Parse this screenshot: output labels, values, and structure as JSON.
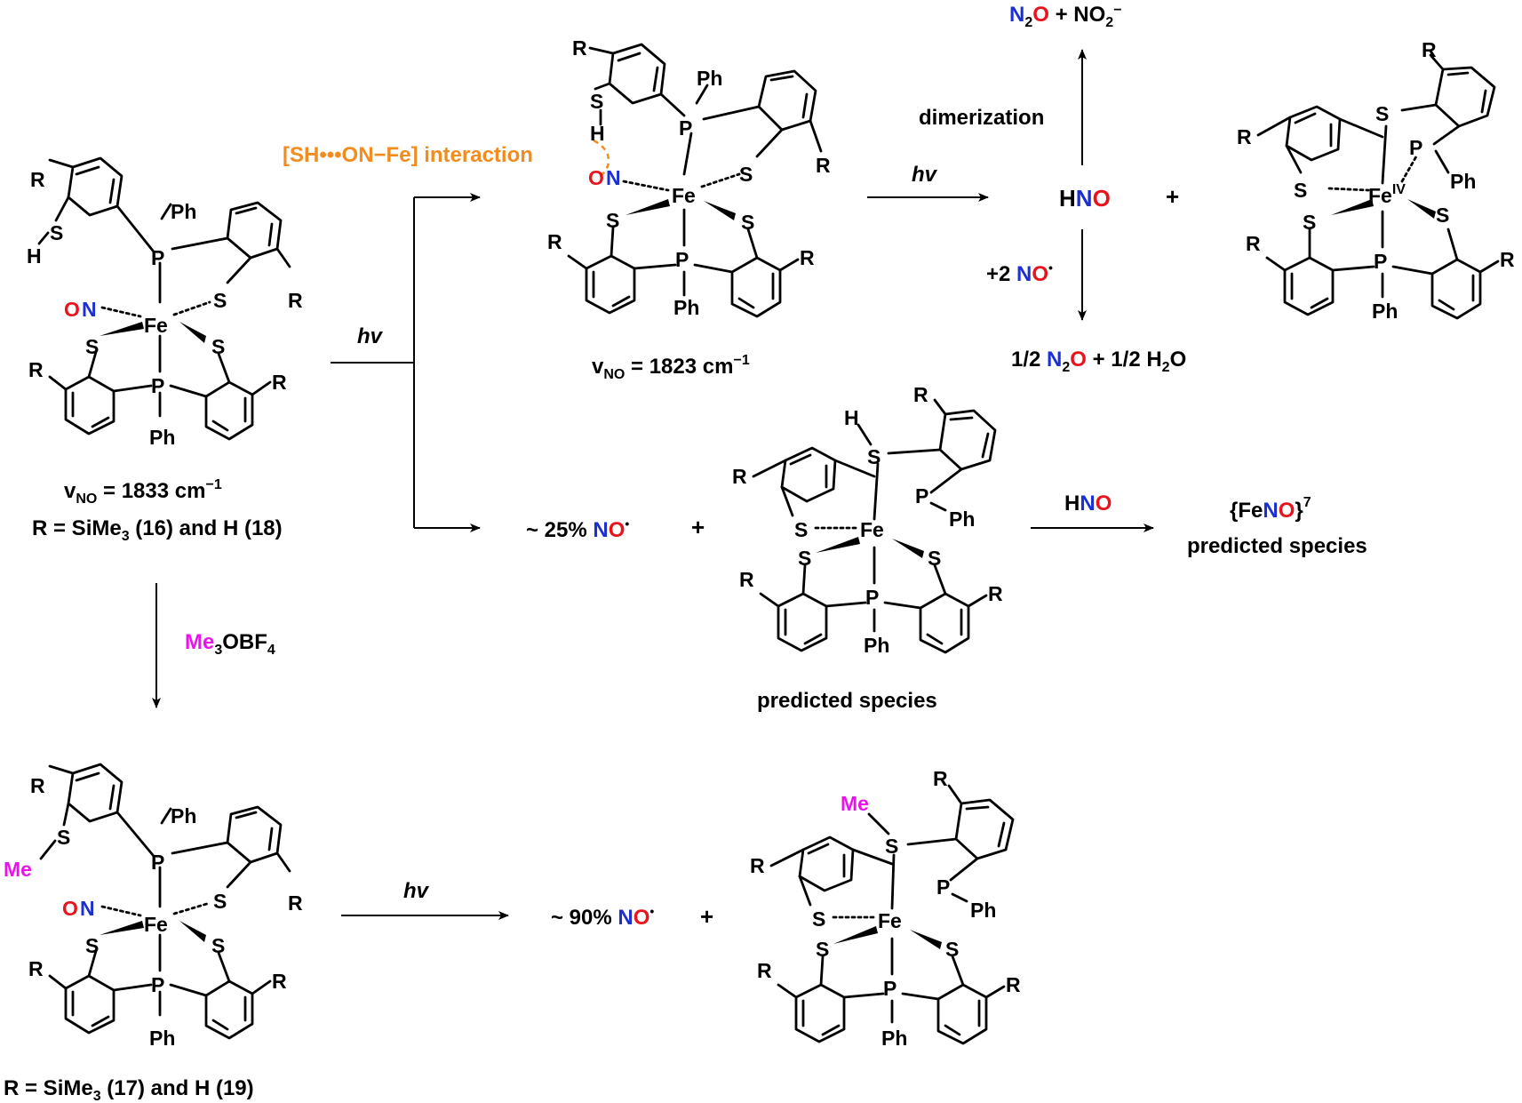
{
  "colors": {
    "oxygen": "#e8141d",
    "nitrogen": "#1c2fd0",
    "methyl": "#e815e8",
    "interaction": "#f28c1e",
    "text": "#000000"
  },
  "atoms": {
    "R": "R",
    "S": "S",
    "P": "P",
    "Fe": "Fe",
    "Ph": "Ph",
    "H": "H",
    "O": "O",
    "N": "N",
    "Me": "Me",
    "FeIV_sup": "IV"
  },
  "reagents": {
    "hv": "hv",
    "me3obf4_me": "Me",
    "me3obf4_3": "3",
    "me3obf4_rest": "OBF",
    "me3obf4_4": "4",
    "dimerization": "dimerization",
    "plus_2": "+2 ",
    "hno_h": "H",
    "hno_rest_n": "N",
    "hno_rest_o": "O"
  },
  "labels": {
    "interaction": "[SH•••ON−Fe] interaction",
    "vno_start_v": "v",
    "vno_start_sub": "NO",
    "vno_start_val": " = 1833 cm",
    "vno_start_exp": "−1",
    "r_start_a": "R = SiMe",
    "r_start_b": "3",
    "r_start_c": " (16) and H (18)",
    "vno_prod_v": "v",
    "vno_prod_sub": "NO",
    "vno_prod_val": " = 1823 cm",
    "vno_prod_exp": "−1",
    "r_methyl_a": "R = SiMe",
    "r_methyl_b": "3",
    "r_methyl_c": " (17) and H (19)",
    "predicted_species": "predicted species",
    "feno_open": "{Fe",
    "feno_n": "N",
    "feno_o": "O",
    "feno_close": "}",
    "feno_exp": "7",
    "feno_predicted": "predicted species"
  },
  "products": {
    "n2o_n": "N",
    "n2o_2": "2",
    "n2o_o": "O",
    "plus_no2": " + NO",
    "no2_2": "2",
    "no2_minus": "−",
    "half": "1/2 ",
    "half_n": "N",
    "half_2": "2",
    "half_o": "O",
    "half_water": " + 1/2 H",
    "water_2": "2",
    "water_o": "O",
    "hno_h": "H",
    "hno_n": "N",
    "hno_o": "O",
    "plus": "+",
    "pct25": "~ 25% ",
    "pct90": "~ 90% ",
    "no_n": "N",
    "no_o": "O",
    "radical_dot": "•"
  }
}
